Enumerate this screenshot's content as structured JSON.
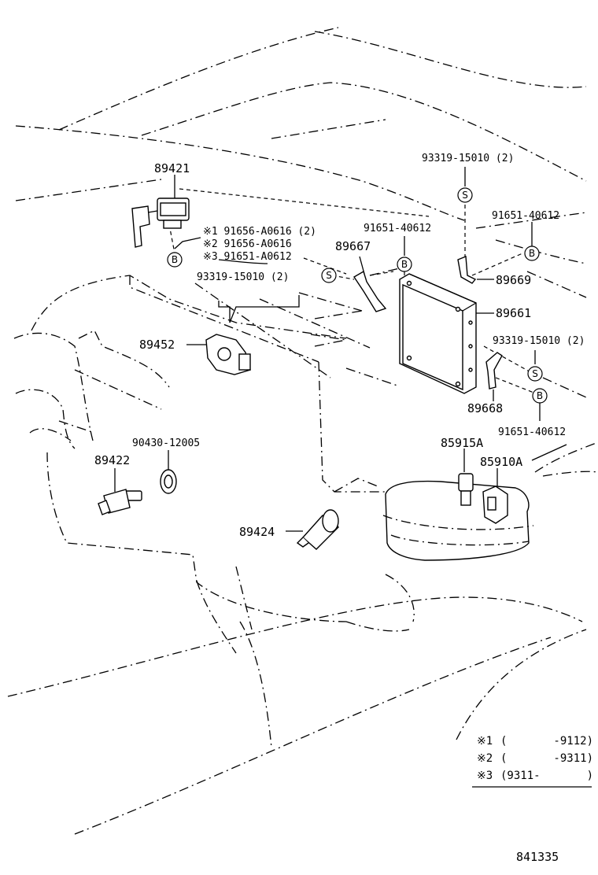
{
  "diagram_code": "841335",
  "part_numbers": {
    "p89421": "89421",
    "p89452": "89452",
    "p89422": "89422",
    "p89424": "89424",
    "p89667": "89667",
    "p89669": "89669",
    "p89661": "89661",
    "p89668": "89668",
    "p85915a": "85915A",
    "p85910a": "85910A",
    "p90430": "90430-12005",
    "p93319_top": "93319-15010 (2)",
    "p93319_left": "93319-15010 (2)",
    "p93319_right": "93319-15010 (2)",
    "p91651_top_mid": "91651-40612",
    "p91651_top_right": "91651-40612",
    "p91651_bottom_right": "91651-40612",
    "note1_part": "※1 91656-A0616 (2)",
    "note2_part": "※2 91656-A0616",
    "note3_part": "※3 91651-A0612"
  },
  "callout_symbols": {
    "bolt": "B",
    "screw": "S"
  },
  "legend": [
    {
      "mark": "※1",
      "range": "(       -9112)"
    },
    {
      "mark": "※2",
      "range": "(       -9311)"
    },
    {
      "mark": "※3",
      "range": "(9311-       )"
    }
  ]
}
